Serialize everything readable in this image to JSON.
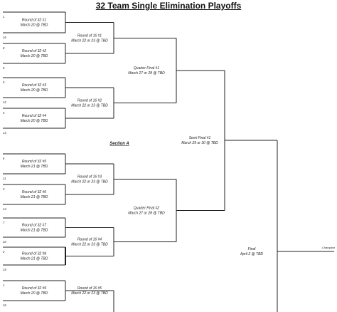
{
  "document": {
    "title": "32 Team Single Elimination Playoffs",
    "section_label": "Section A"
  },
  "round_of_32": [
    {
      "name": "Round of 32 #1",
      "date": "March 20 @ TBD",
      "seeds": [
        "1",
        "16"
      ]
    },
    {
      "name": "Round of 32 #2",
      "date": "March 20 @ TBD",
      "seeds": [
        "8",
        "9"
      ]
    },
    {
      "name": "Round of 32 #3",
      "date": "March 20 @ TBD",
      "seeds": [
        "5",
        "12"
      ]
    },
    {
      "name": "Round of 32 #4",
      "date": "March 20 @ TBD",
      "seeds": [
        "4",
        "13"
      ]
    },
    {
      "name": "Round of 32 #5",
      "date": "March 21 @ TBD",
      "seeds": [
        "6",
        "11"
      ]
    },
    {
      "name": "Round of 32 #6",
      "date": "March 21 @ TBD",
      "seeds": [
        "3",
        "14"
      ]
    },
    {
      "name": "Round of 32 #7",
      "date": "March 21 @ TBD",
      "seeds": [
        "7",
        "10"
      ]
    },
    {
      "name": "Round of 32 #8",
      "date": "March 21 @ TBD",
      "seeds": [
        "2",
        "15"
      ]
    },
    {
      "name": "Round of 32 #9",
      "date": "March 20 @ TBD",
      "seeds": [
        "1",
        "16"
      ]
    }
  ],
  "round_of_16": [
    {
      "name": "Round of 16 #1",
      "date": "March 22 or 23 @ TBD"
    },
    {
      "name": "Round of 16 #2",
      "date": "March 22 or 23 @ TBD"
    },
    {
      "name": "Round of 16 #3",
      "date": "March 22 or 23 @ TBD"
    },
    {
      "name": "Round of 16 #4",
      "date": "March 22 or 23 @ TBD"
    },
    {
      "name": "Round of 16 #5",
      "date": "March 22 or 23 @ TBD"
    }
  ],
  "quarter_finals": [
    {
      "name": "Quarter Final #1",
      "date": "March 27 or 28 @ TBD"
    },
    {
      "name": "Quarter Final #2",
      "date": "March 27 or 28 @ TBD"
    }
  ],
  "semi_finals": [
    {
      "name": "Semi Final #1",
      "date": "March 29 or 30 @ TBD"
    }
  ],
  "final": {
    "name": "Final",
    "date": "April 2 @ TBD"
  },
  "champion_label": "Champion"
}
